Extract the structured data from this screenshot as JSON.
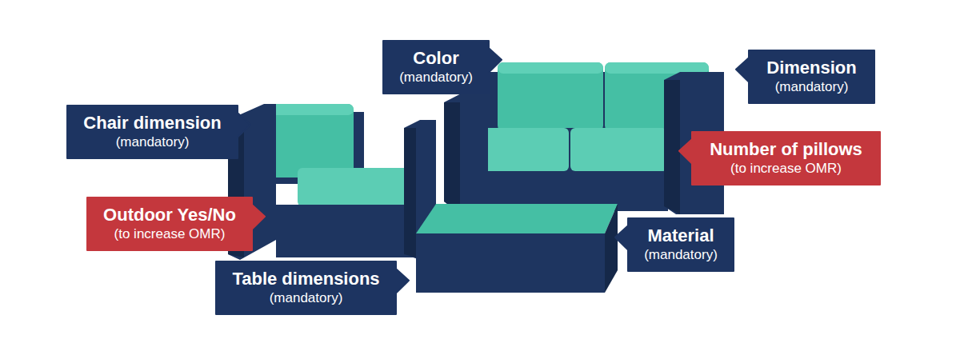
{
  "diagram": {
    "nodes": [
      {
        "text": [
          "Color",
          "(mandatory)"
        ]
      },
      {
        "text": [
          "Dimension",
          "(mandatory)"
        ]
      },
      {
        "text": [
          "Chair dimension",
          "(mandatory)"
        ]
      },
      {
        "text": [
          "Number of pillows",
          "(to increase OMR)"
        ]
      },
      {
        "text": [
          "Outdoor Yes/No",
          "(to increase OMR)"
        ]
      },
      {
        "text": [
          "Material",
          "(mandatory)"
        ]
      },
      {
        "text": [
          "Table dimensions",
          "(mandatory)"
        ]
      }
    ]
  }
}
